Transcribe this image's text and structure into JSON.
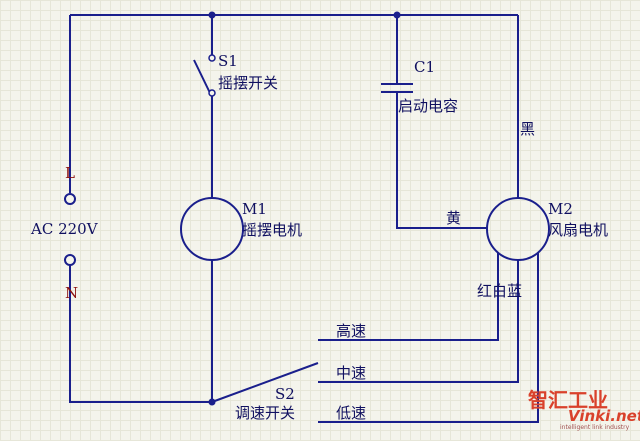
{
  "labels": {
    "L": "L",
    "N": "N",
    "ac": "AC  220V",
    "s1": "S1",
    "s1_name": "摇摆开关",
    "c1": "C1",
    "c1_name": "启动电容",
    "m1": "M1",
    "m1_name": "摇摆电机",
    "m2": "M2",
    "m2_name": "风扇电机",
    "black": "黑",
    "yellow": "黄",
    "colors": "红白蓝",
    "high": "高速",
    "mid": "中速",
    "low": "低速",
    "s2": "S2",
    "s2_name": "调速开关"
  },
  "watermark": {
    "brand": "智汇工业",
    "site": "Vinki.net",
    "tagline": "intelligent link industry"
  },
  "colors": {
    "wire": "#1a1f8c",
    "text": "#101060",
    "terminal_label": "#8b1010",
    "watermark": "#d9412b"
  }
}
